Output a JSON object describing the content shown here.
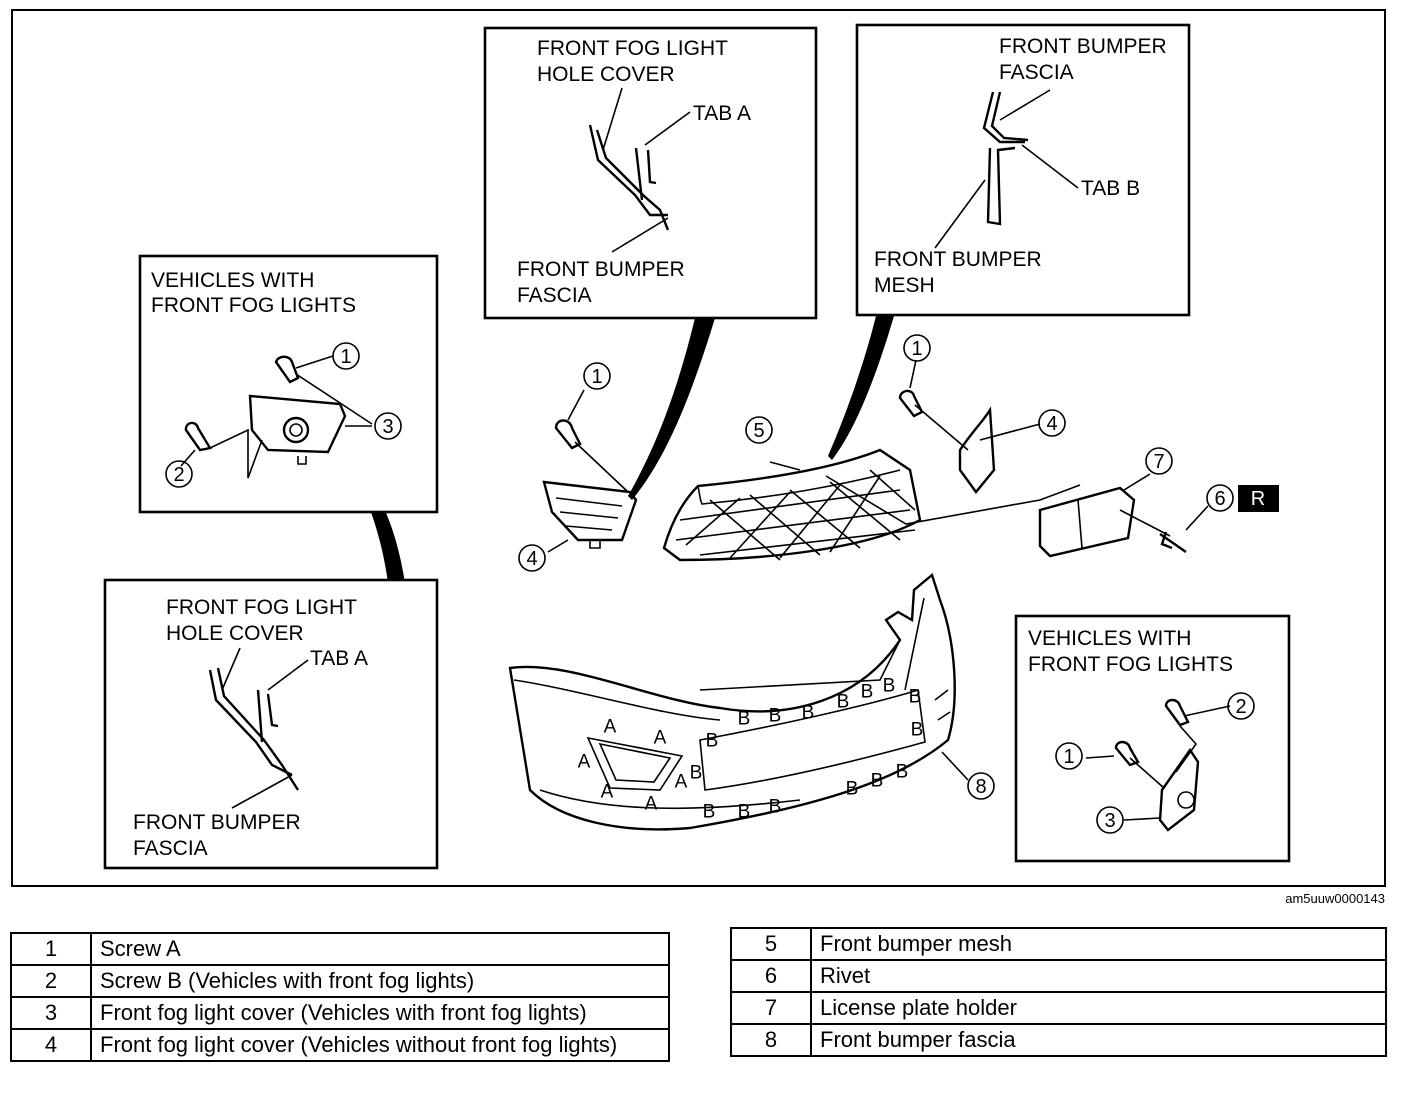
{
  "image_id": "am5uuw0000143",
  "callout_texts": {
    "fog_hole_cover_title": [
      "FRONT FOG LIGHT",
      "HOLE COVER"
    ],
    "tab_a": "TAB A",
    "front_bumper_fascia": [
      "FRONT BUMPER",
      "FASCIA"
    ],
    "tab_b": "TAB B",
    "front_bumper_mesh": [
      "FRONT BUMPER",
      "MESH"
    ],
    "vehicles_with_fog": [
      "VEHICLES WITH",
      "FRONT FOG LIGHTS"
    ]
  },
  "part_numbers": [
    "1",
    "2",
    "3",
    "4",
    "5",
    "6",
    "7",
    "8"
  ],
  "letters": {
    "a": "A",
    "b": "B",
    "r_badge": "R"
  },
  "legend_left": [
    {
      "num": "1",
      "desc": "Screw A"
    },
    {
      "num": "2",
      "desc": "Screw B (Vehicles with front fog lights)"
    },
    {
      "num": "3",
      "desc": "Front fog light cover (Vehicles with front fog lights)"
    },
    {
      "num": "4",
      "desc": "Front fog light cover (Vehicles without front fog lights)"
    }
  ],
  "legend_right": [
    {
      "num": "5",
      "desc": "Front bumper mesh"
    },
    {
      "num": "6",
      "desc": "Rivet"
    },
    {
      "num": "7",
      "desc": "License plate holder"
    },
    {
      "num": "8",
      "desc": "Front bumper fascia"
    }
  ]
}
